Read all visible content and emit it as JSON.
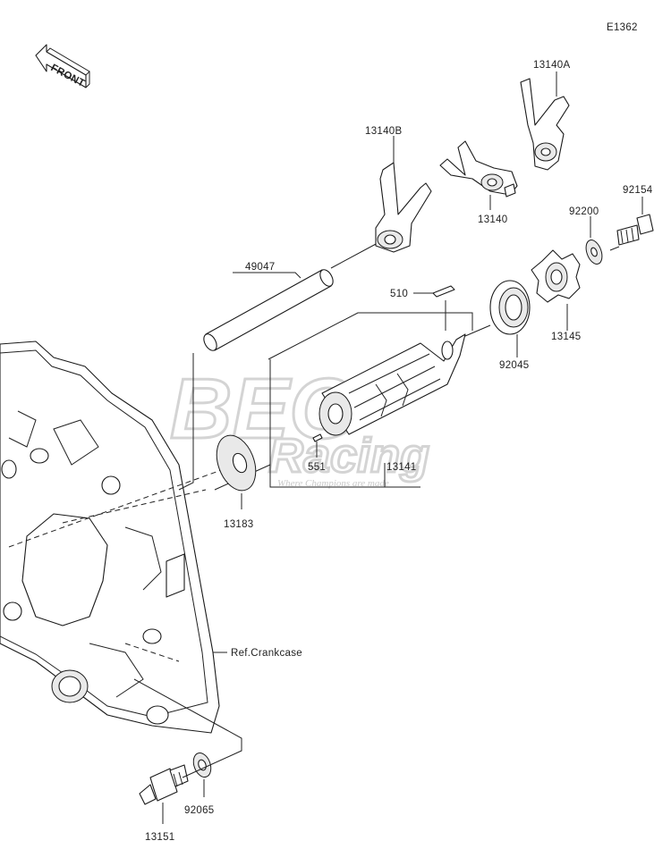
{
  "diagram_code": "E1362",
  "front_label": "FRONT",
  "watermark": {
    "brand_top": "BEG",
    "brand_bottom": "Racing",
    "tagline": "Where Champions are made"
  },
  "parts": {
    "p13140A": "13140A",
    "p13140B": "13140B",
    "p13140": "13140",
    "p92154": "92154",
    "p92200": "92200",
    "p49047": "49047",
    "p510": "510",
    "p13145": "13145",
    "p92045": "92045",
    "p551": "551",
    "p13141": "13141",
    "p13183": "13183",
    "p13151": "13151",
    "p92065": "92065"
  },
  "ref_crankcase": "Ref.Crankcase"
}
